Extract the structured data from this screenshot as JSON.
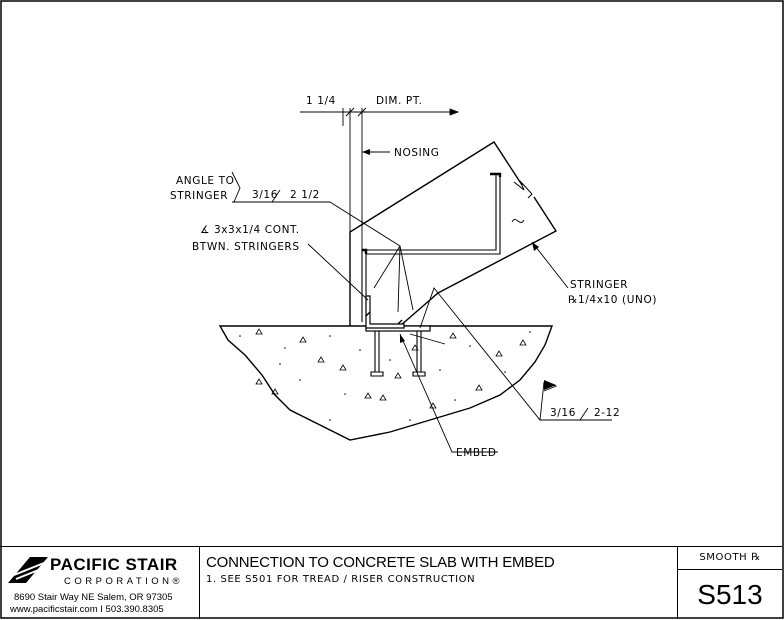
{
  "drawing": {
    "dim_left": "1 1/4",
    "dim_right": "DIM. PT.",
    "nosing": "NOSING",
    "angle_to_stringer": "ANGLE TO",
    "angle_to_stringer_2": "STRINGER",
    "weld_top_size": "3/16",
    "weld_top_length": "2 1/2",
    "angle_spec_1": "∡ 3x3x1/4 CONT.",
    "angle_spec_2": "BTWN. STRINGERS",
    "stringer_1": "STRINGER",
    "stringer_2": "℞1/4x10 (UNO)",
    "weld_bottom_size": "3/16",
    "weld_bottom_length": "2-12",
    "embed": "EMBED"
  },
  "title_block": {
    "company": "PACIFIC STAIR",
    "company_sub": "CORPORATION",
    "reg_mark": "®",
    "address": "8690 Stair Way NE Salem, OR 97305",
    "contact": "www.pacificstair.com  I  503.390.8305",
    "title": "CONNECTION TO CONCRETE SLAB WITH EMBED",
    "note": "1.  SEE S501 FOR TREAD / RISER CONSTRUCTION",
    "category": "SMOOTH ℞",
    "sheet_number": "S513"
  },
  "colors": {
    "ink": "#000000",
    "paper": "#ffffff"
  }
}
